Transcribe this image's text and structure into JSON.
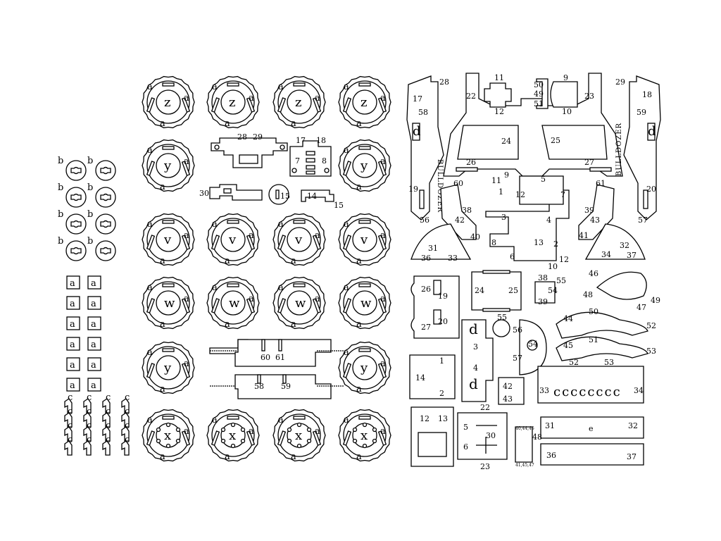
{
  "colors": {
    "line": "#000000",
    "background": "#ffffff"
  },
  "wheels": {
    "rows": [
      {
        "letter": "z",
        "count": 4
      },
      {
        "letter": "y",
        "count": 2
      },
      {
        "letter": "v",
        "count": 4
      },
      {
        "letter": "w",
        "count": 4
      },
      {
        "letter": "y",
        "count": 2
      },
      {
        "letter": "x",
        "count": 4
      }
    ],
    "rim_letter": "a"
  },
  "buttons": {
    "letter": "b",
    "count": 8
  },
  "tiles": {
    "letter": "a",
    "count": 12
  },
  "hooks": {
    "letter": "c",
    "count": 16
  },
  "left_middle": {
    "part_28": "28",
    "part_29": "29",
    "part_17": "17",
    "part_18": "18",
    "part_7": "7",
    "part_8": "8",
    "part_30": "30",
    "part_15": "15",
    "part_14": "14",
    "part_15b": "15",
    "part_60": "60",
    "part_61": "61",
    "part_58": "58",
    "part_59": "59"
  },
  "body": {
    "brand": "BULLDOZER",
    "letter_d": "d",
    "numbers": [
      "28",
      "17",
      "58",
      "19",
      "56",
      "22",
      "11",
      "12",
      "50",
      "49",
      "51",
      "9",
      "10",
      "23",
      "29",
      "18",
      "59",
      "20",
      "57",
      "24",
      "26",
      "25",
      "27",
      "60",
      "42",
      "38",
      "40",
      "11",
      "9",
      "1",
      "12",
      "5",
      "7",
      "3",
      "61",
      "39",
      "43",
      "41",
      "31",
      "36",
      "33",
      "8",
      "6",
      "13",
      "2",
      "4",
      "10",
      "12",
      "32",
      "34",
      "37"
    ]
  },
  "lower_right": {
    "n26": "26",
    "n19": "19",
    "n27": "27",
    "n20": "20",
    "n24": "24",
    "n25": "25",
    "n38": "38",
    "n54a": "54",
    "n55": "55",
    "n39": "39",
    "n46": "46",
    "n48": "48",
    "n47": "47",
    "n49": "49",
    "n55b": "55",
    "n56": "56",
    "n54b": "54",
    "n57": "57",
    "n3": "3",
    "n4": "4",
    "d1": "d",
    "d2": "d",
    "n50": "50",
    "n44": "44",
    "n52": "52",
    "n51": "51",
    "n45": "45",
    "n53": "53",
    "n14": "14",
    "n1": "1",
    "n2": "2",
    "n42": "42",
    "n43": "43",
    "n52b": "52",
    "n53b": "53",
    "n33": "33",
    "n34": "34",
    "comb_letters": "cccccccc",
    "n12": "12",
    "n13": "13",
    "n22": "22",
    "n5": "5",
    "n30": "30",
    "n6": "6",
    "n23": "23",
    "n40": "40,44,46",
    "n48b": "48",
    "n41": "41,45,47",
    "n31": "31",
    "n32": "32",
    "e": "e",
    "n36": "36",
    "n37": "37"
  }
}
